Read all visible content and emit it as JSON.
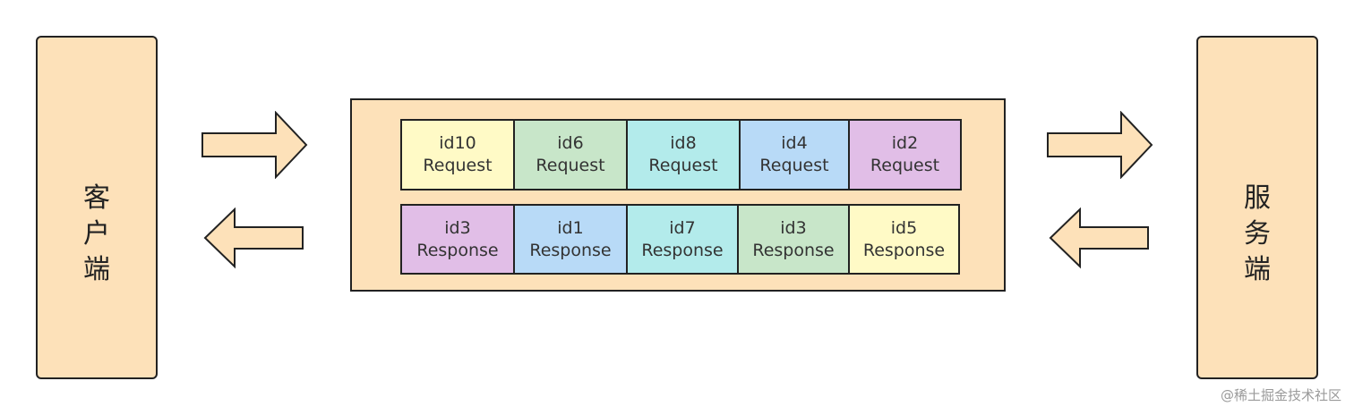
{
  "client": {
    "chars": [
      "客",
      "户",
      "端"
    ]
  },
  "server": {
    "chars": [
      "服",
      "务",
      "端"
    ]
  },
  "requests": [
    {
      "id": "id10",
      "label": "Request",
      "color": "#fffac6"
    },
    {
      "id": "id6",
      "label": "Request",
      "color": "#c8e6c9"
    },
    {
      "id": "id8",
      "label": "Request",
      "color": "#b3ebeb"
    },
    {
      "id": "id4",
      "label": "Request",
      "color": "#b8daf7"
    },
    {
      "id": "id2",
      "label": "Request",
      "color": "#e1bee7"
    }
  ],
  "responses": [
    {
      "id": "id3",
      "label": "Response",
      "color": "#e1bee7"
    },
    {
      "id": "id1",
      "label": "Response",
      "color": "#b8daf7"
    },
    {
      "id": "id7",
      "label": "Response",
      "color": "#b3ebeb"
    },
    {
      "id": "id3",
      "label": "Response",
      "color": "#c8e6c9"
    },
    {
      "id": "id5",
      "label": "Response",
      "color": "#fffac6"
    }
  ],
  "colors": {
    "box_fill": "#fde1b9",
    "arrow_fill": "#fde1b9",
    "stroke": "#222222"
  },
  "watermark": "@稀土掘金技术社区"
}
